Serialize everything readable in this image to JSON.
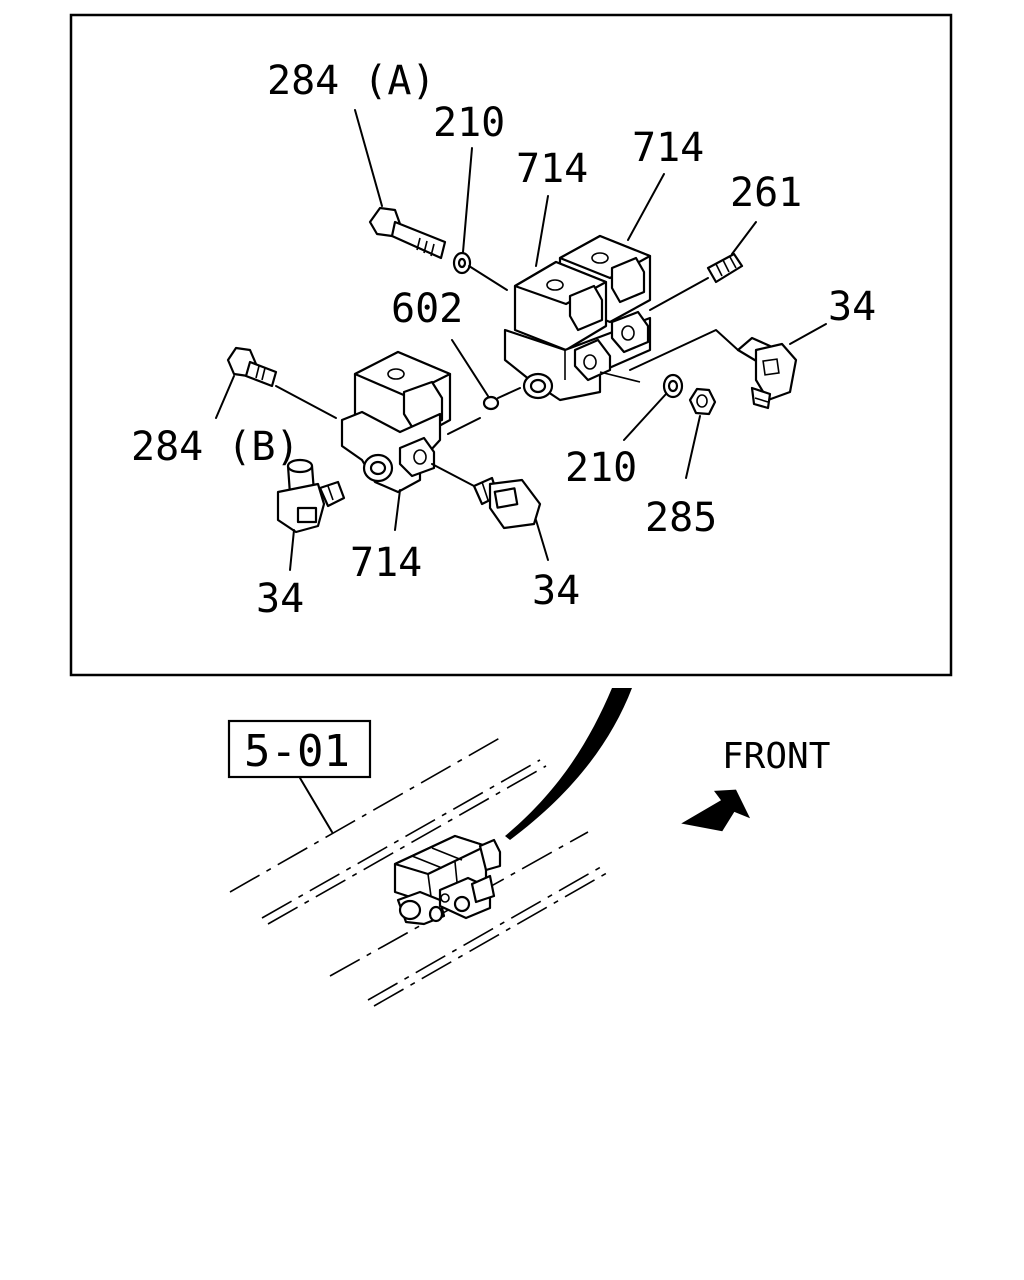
{
  "labels": {
    "bolt_a": "284 (A)",
    "washer_top": "210",
    "valve_center": "714",
    "valve_right": "714",
    "plug": "261",
    "oring": "602",
    "fitting_right": "34",
    "bolt_b": "284 (B)",
    "washer_bottom": "210",
    "nut": "285",
    "valve_lower": "714",
    "fitting_left": "34",
    "fitting_bottom": "34"
  },
  "reference": {
    "section_code": "5-01",
    "direction_label": "FRONT"
  },
  "colors": {
    "ink": "#000000",
    "paper": "#ffffff"
  }
}
